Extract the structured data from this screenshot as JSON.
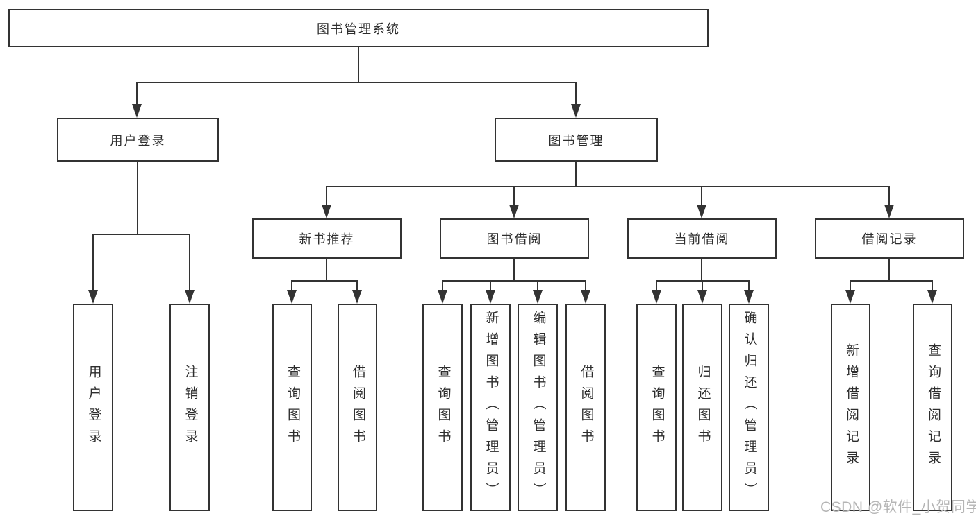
{
  "title": "图书管理系统",
  "level2": {
    "user_login": "用户登录",
    "book_mgmt": "图书管理"
  },
  "level3": {
    "new_book_rec": "新书推荐",
    "book_borrow": "图书借阅",
    "current_borrow": "当前借阅",
    "borrow_record": "借阅记录"
  },
  "leaves": {
    "user_login": [
      "用户登录",
      "注销登录"
    ],
    "new_book_rec": [
      "查询图书",
      "借阅图书"
    ],
    "book_borrow": [
      "查询图书",
      "新增图书（管理员）",
      "编辑图书（管理员）",
      "借阅图书"
    ],
    "current_borrow": [
      "查询图书",
      "归还图书",
      "确认归还（管理员）"
    ],
    "borrow_record": [
      "新增借阅记录",
      "查询借阅记录"
    ]
  },
  "watermark": "CSDN @软件_小贺同学",
  "colors": {
    "line": "#333333",
    "text": "#2d2d2d",
    "watermark_text": "#b5b5b5",
    "background": "#ffffff"
  }
}
